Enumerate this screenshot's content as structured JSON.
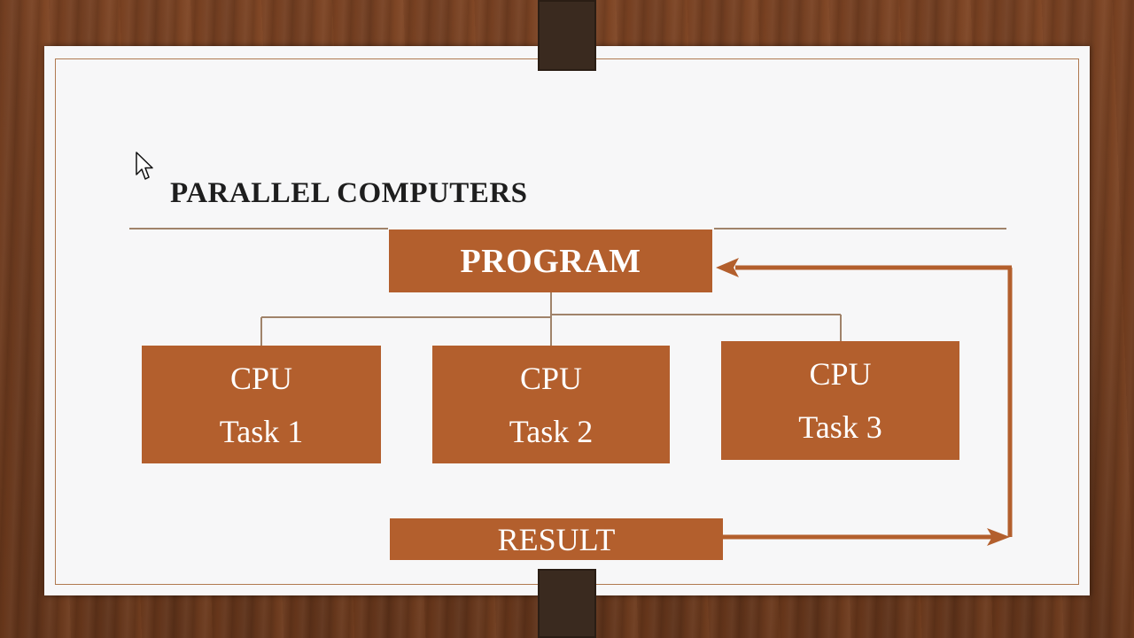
{
  "slide": {
    "title": "PARALLEL COMPUTERS"
  },
  "diagram": {
    "program": "PROGRAM",
    "cpus": [
      {
        "label": "CPU",
        "task": "Task 1"
      },
      {
        "label": "CPU",
        "task": "Task 2"
      },
      {
        "label": "CPU",
        "task": "Task 3"
      }
    ],
    "result": "RESULT"
  },
  "colors": {
    "box_fill": "#b35f2d",
    "box_text": "#ffffff",
    "connector": "#a0836a",
    "arrow": "#b35f2d",
    "slide_bg": "#f7f7f8",
    "title": "#1e1e1e"
  },
  "icons": {
    "pointer": "mouse-pointer-icon",
    "clip": "binder-clip-icon"
  }
}
